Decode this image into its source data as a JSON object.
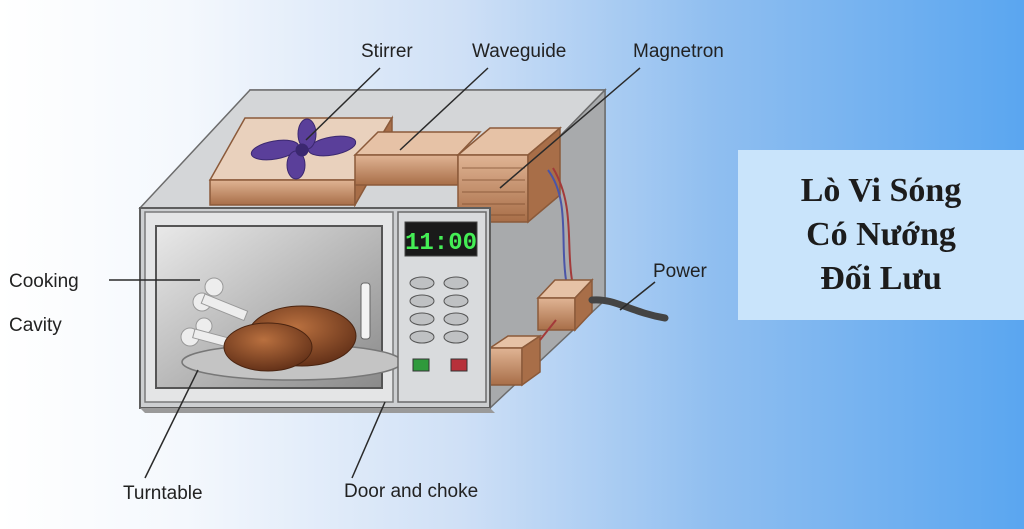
{
  "labels": {
    "stirrer": "Stirrer",
    "waveguide": "Waveguide",
    "magnetron": "Magnetron",
    "cooking": "Cooking",
    "cavity": "Cavity",
    "power": "Power",
    "turntable": "Turntable",
    "door_and_choke": "Door and choke"
  },
  "clock": "11:00",
  "title": [
    "Lò Vi Sóng",
    "Có Nướng",
    "Đối Lưu"
  ],
  "colors": {
    "copper": "#c28a62",
    "fan": "#5a3f9a",
    "display_text": "#44ee55",
    "title_box": "#c9e4fb"
  }
}
